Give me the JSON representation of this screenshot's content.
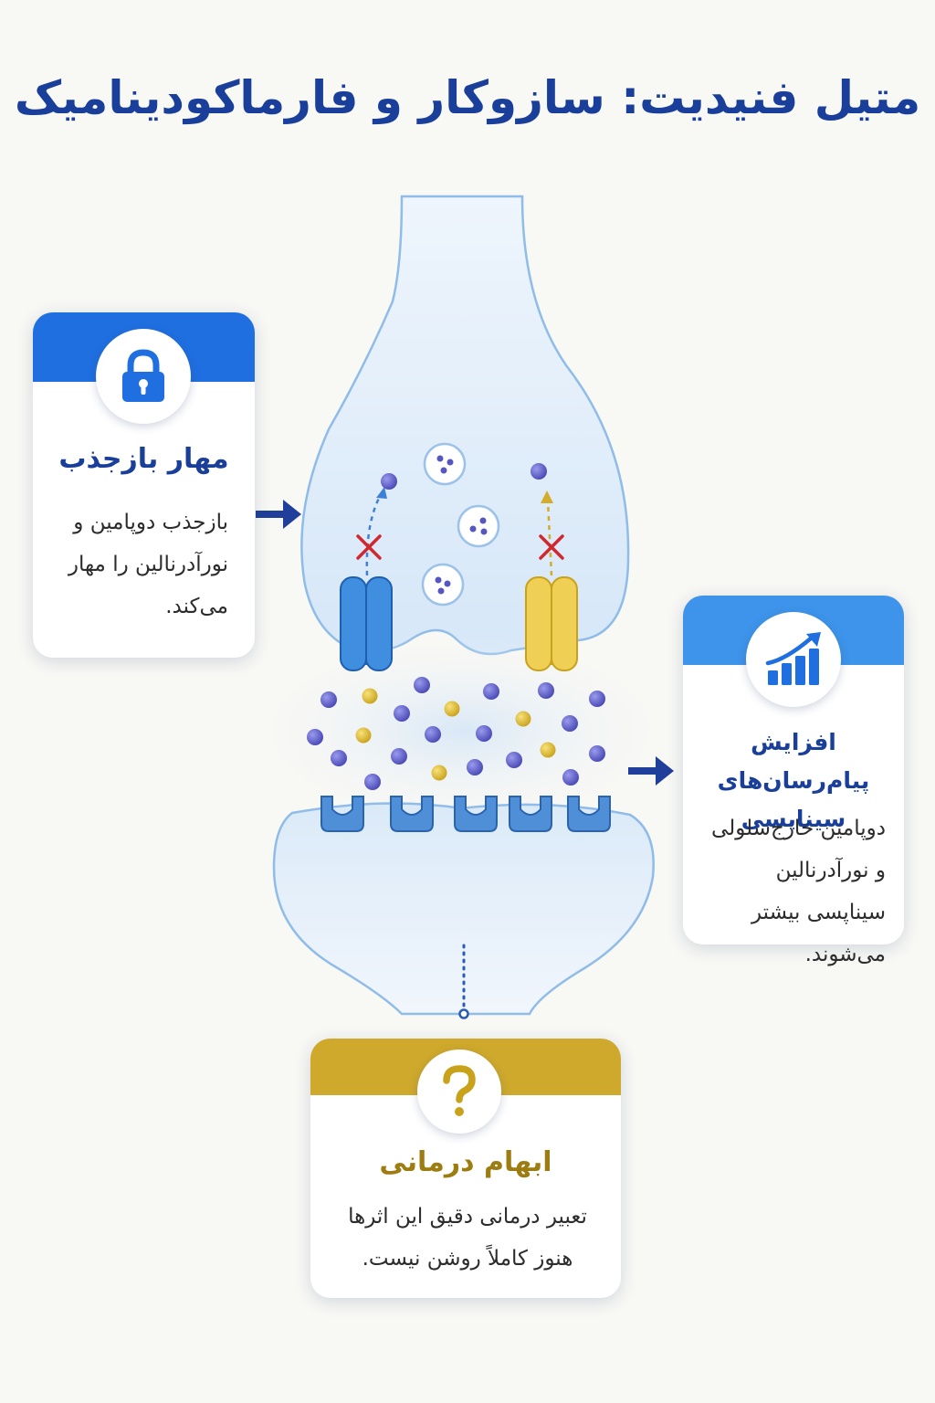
{
  "title": "متیل فنیدیت: سازوکار و فارماکودینامیک",
  "colors": {
    "blue_accent": "#1f6fe0",
    "light_blue_accent": "#3d94ea",
    "gold_accent": "#cfa92c",
    "title_blue": "#1a3f9a",
    "dopamine_dot": "#6a6ad0",
    "noradrenaline_dot": "#e2c140"
  },
  "cards": {
    "reuptake": {
      "icon": "lock-icon",
      "title": "مهار بازجذب",
      "text": "بازجذب دوپامین و نورآدرنالین را مهار می‌کند."
    },
    "increase": {
      "icon": "bar-chart-up-icon",
      "title": "افزایش پیام‌رسان‌های سیناپسی",
      "text": "دوپامین خارج‌سلولی و نورآدرنالین سیناپسی بیشتر می‌شوند."
    },
    "ambiguity": {
      "icon": "question-mark-icon",
      "title": "ابهام درمانی",
      "text": "تعبیر درمانی دقیق این اثرها هنوز کاملاً روشن نیست."
    }
  }
}
